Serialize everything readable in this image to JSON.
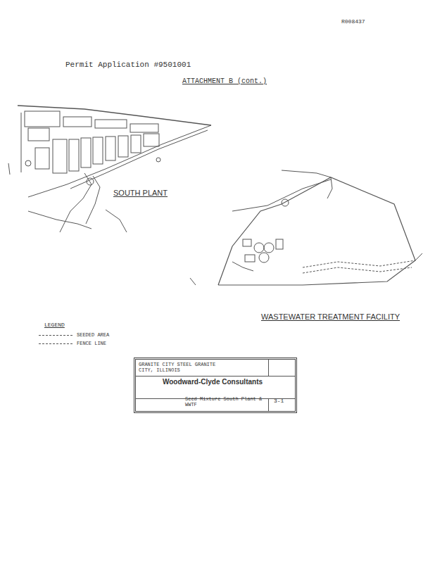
{
  "diagram": {
    "title": "ATTACHMENT B (cont.)",
    "nodes": [
      {
        "text": [
          "GRANITE CITY STEEL GRANITE CITY, ILLINOIS",
          "Woodward-Clyde Consultants",
          "Seed Mixture South Plant & WWTF",
          "3-1"
        ]
      }
    ],
    "labels": [
      "R008437",
      "Permit Application #9501001",
      "SOUTH PLANT",
      "WASTEWATER TREATMENT FACILITY",
      "LEGEND"
    ],
    "legend": [
      {
        "text": "SEEDED AREA"
      },
      {
        "text": "FENCE LINE"
      }
    ]
  }
}
